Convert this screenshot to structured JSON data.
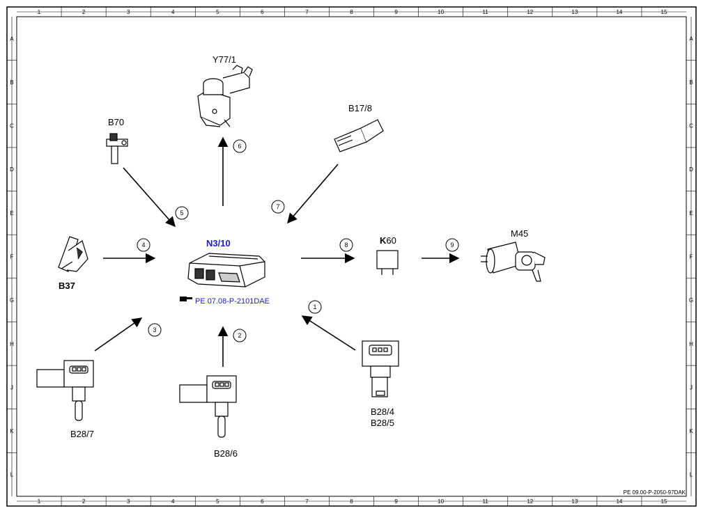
{
  "grid": {
    "columns": [
      "1",
      "2",
      "3",
      "4",
      "5",
      "6",
      "7",
      "8",
      "9",
      "10",
      "11",
      "12",
      "13",
      "14",
      "15"
    ],
    "rows": [
      "A",
      "B",
      "C",
      "D",
      "E",
      "F",
      "G",
      "H",
      "J",
      "K",
      "L"
    ]
  },
  "components": {
    "ecu": {
      "label_a": "N3/",
      "label_b": "10",
      "reference": "PE 07.08-P-2101DAE"
    },
    "y77": {
      "label": "Y77/1"
    },
    "b70": {
      "label": "B70"
    },
    "b178": {
      "label": "B17/8"
    },
    "b37": {
      "label": "B37"
    },
    "k60": {
      "label_a": "K",
      "label_b": "60"
    },
    "m45": {
      "label": "M45"
    },
    "b287": {
      "label": "B28/7"
    },
    "b286": {
      "label": "B28/6"
    },
    "b284": {
      "label_1": "B28/4",
      "label_2": "B28/5"
    }
  },
  "arrows": [
    "1",
    "2",
    "3",
    "4",
    "5",
    "6",
    "7",
    "8",
    "9"
  ],
  "footer": {
    "doc_ref": "PE 09.00-P-2050-97DAK"
  }
}
